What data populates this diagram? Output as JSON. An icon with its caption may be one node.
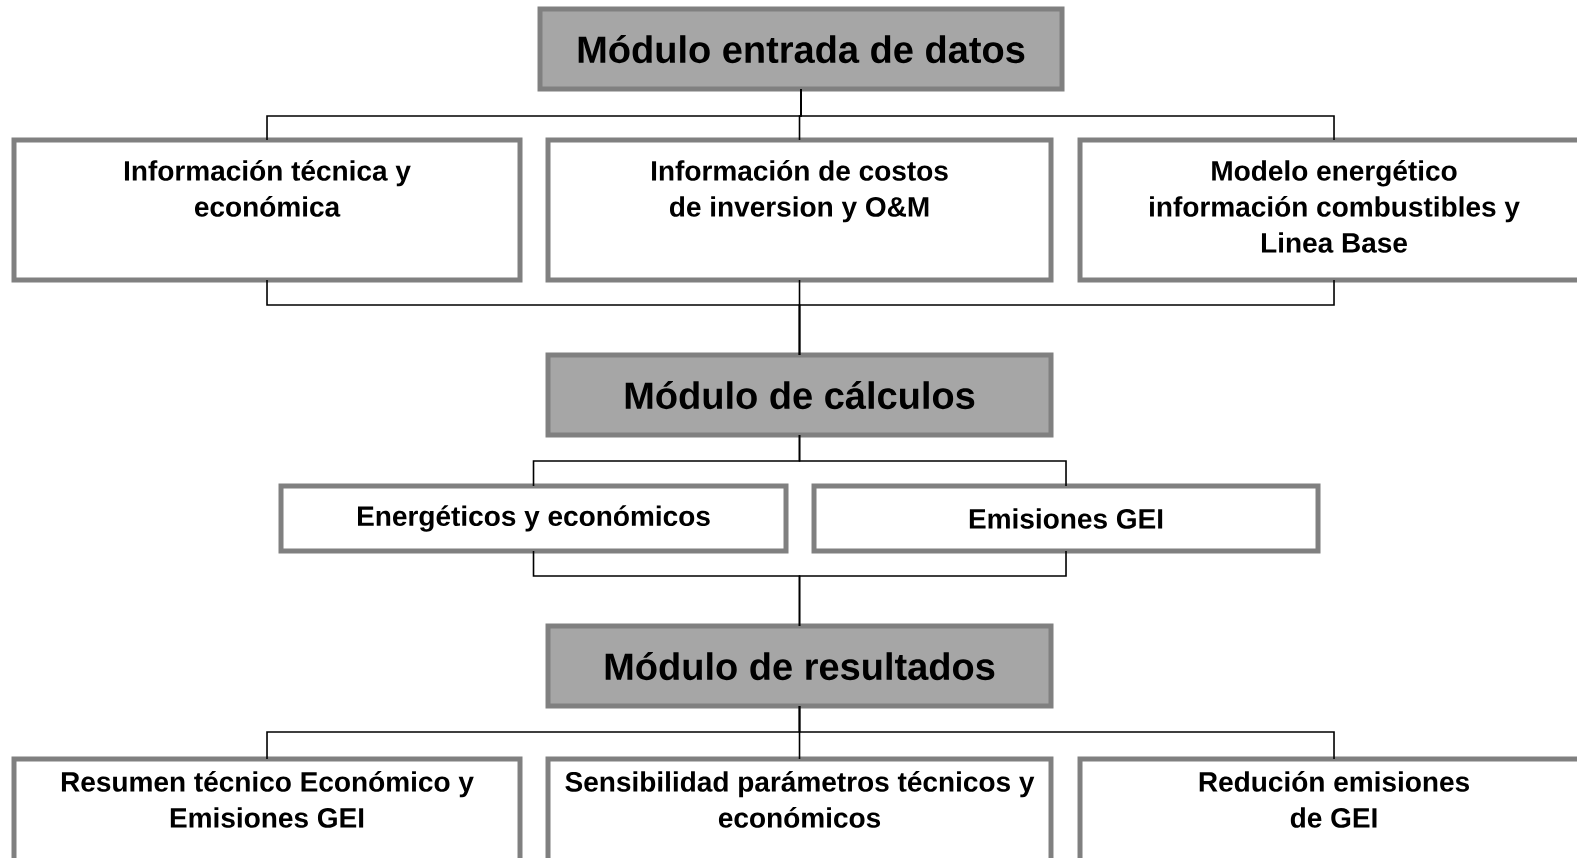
{
  "diagram": {
    "nodes": [
      {
        "text": [
          "Módulo entrada de datos"
        ]
      },
      {
        "text": [
          "Información técnica y económica"
        ]
      },
      {
        "text": [
          "Información de costos de inversion y O&M"
        ]
      },
      {
        "text": [
          "Modelo energético información combustibles y Linea Base"
        ]
      },
      {
        "text": [
          "Módulo de cálculos"
        ]
      },
      {
        "text": [
          "Energéticos y económicos"
        ]
      },
      {
        "text": [
          "Emisiones GEI"
        ]
      },
      {
        "text": [
          "Módulo de resultados"
        ]
      },
      {
        "text": [
          "Resumen técnico Económico y Emisiones GEI"
        ]
      },
      {
        "text": [
          "Sensibilidad parámetros técnicos y económicos"
        ]
      },
      {
        "text": [
          "Redución emisiones de GEI"
        ]
      }
    ],
    "edges": [
      {
        "from": 0,
        "to": 1,
        "arrow": "none"
      },
      {
        "from": 0,
        "to": 2,
        "arrow": "none"
      },
      {
        "from": 0,
        "to": 3,
        "arrow": "none"
      },
      {
        "from": 1,
        "to": 4,
        "arrow": "none"
      },
      {
        "from": 2,
        "to": 4,
        "arrow": "none"
      },
      {
        "from": 3,
        "to": 4,
        "arrow": "none"
      },
      {
        "from": 4,
        "to": 5,
        "arrow": "none"
      },
      {
        "from": 4,
        "to": 6,
        "arrow": "none"
      },
      {
        "from": 5,
        "to": 7,
        "arrow": "none"
      },
      {
        "from": 6,
        "to": 7,
        "arrow": "none"
      },
      {
        "from": 7,
        "to": 8,
        "arrow": "none"
      },
      {
        "from": 7,
        "to": 9,
        "arrow": "none"
      },
      {
        "from": 7,
        "to": 10,
        "arrow": "none"
      }
    ]
  }
}
